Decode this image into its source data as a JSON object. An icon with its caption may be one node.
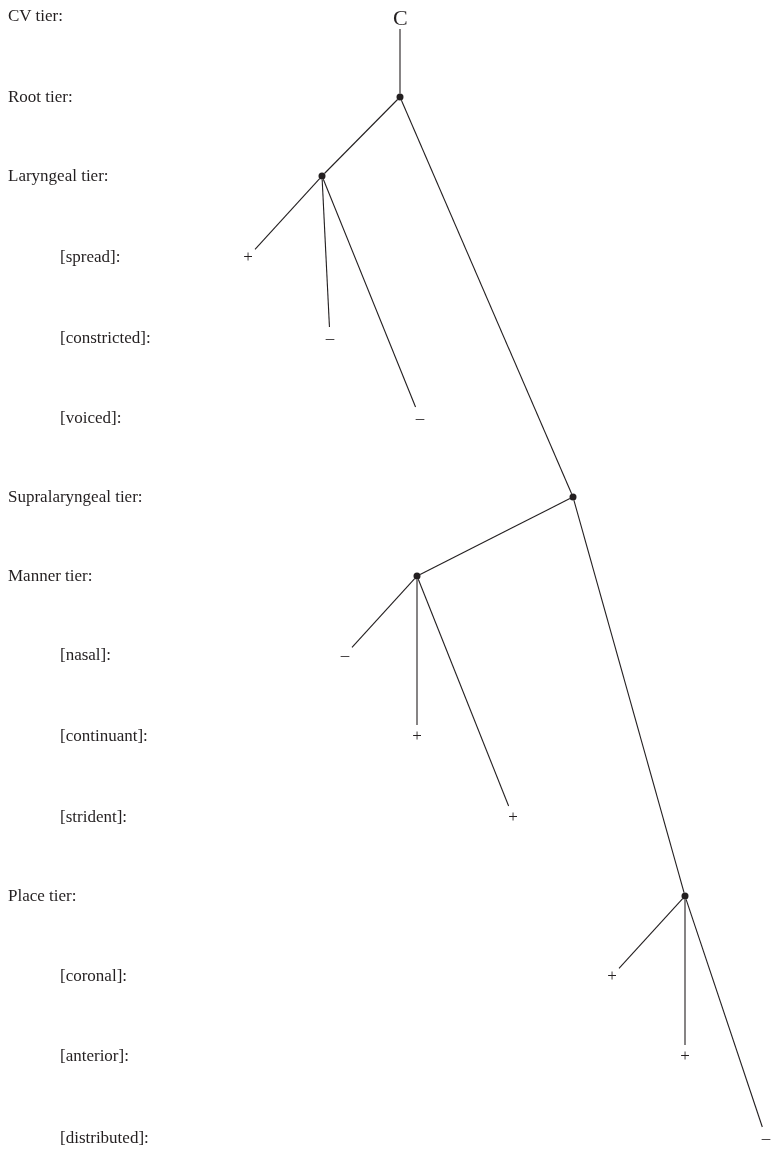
{
  "diagram": {
    "nodes": [
      {
        "text": [
          "C"
        ]
      },
      {
        "text": [],
        "shape": "circle"
      },
      {
        "text": [],
        "shape": "circle"
      },
      {
        "text": [
          "+"
        ]
      },
      {
        "text": [
          "–"
        ]
      },
      {
        "text": [
          "–"
        ]
      },
      {
        "text": [],
        "shape": "circle"
      },
      {
        "text": [],
        "shape": "circle"
      },
      {
        "text": [
          "–"
        ]
      },
      {
        "text": [
          "+"
        ]
      },
      {
        "text": [
          "+"
        ]
      },
      {
        "text": [],
        "shape": "circle"
      },
      {
        "text": [
          "+"
        ]
      },
      {
        "text": [
          "+"
        ]
      },
      {
        "text": [
          "–"
        ]
      }
    ],
    "edges": [
      {
        "from": 0,
        "to": 1,
        "arrow": "none"
      },
      {
        "from": 1,
        "to": 2,
        "arrow": "none"
      },
      {
        "from": 1,
        "to": 6,
        "arrow": "none"
      },
      {
        "from": 2,
        "to": 3,
        "arrow": "none"
      },
      {
        "from": 2,
        "to": 4,
        "arrow": "none"
      },
      {
        "from": 2,
        "to": 5,
        "arrow": "none"
      },
      {
        "from": 6,
        "to": 7,
        "arrow": "none"
      },
      {
        "from": 6,
        "to": 11,
        "arrow": "none"
      },
      {
        "from": 7,
        "to": 8,
        "arrow": "none"
      },
      {
        "from": 7,
        "to": 9,
        "arrow": "none"
      },
      {
        "from": 7,
        "to": 10,
        "arrow": "none"
      },
      {
        "from": 11,
        "to": 12,
        "arrow": "none"
      },
      {
        "from": 11,
        "to": 13,
        "arrow": "none"
      },
      {
        "from": 11,
        "to": 14,
        "arrow": "none"
      }
    ],
    "labels": [
      "CV tier:",
      "Root tier:",
      "Laryngeal tier:",
      "[spread]:",
      "[constricted]:",
      "[voiced]:",
      "Supralaryngeal tier:",
      "Manner tier:",
      "[nasal]:",
      "[continuant]:",
      "[strident]:",
      "Place tier:",
      "[coronal]:",
      "[anterior]:",
      "[distributed]:"
    ]
  }
}
